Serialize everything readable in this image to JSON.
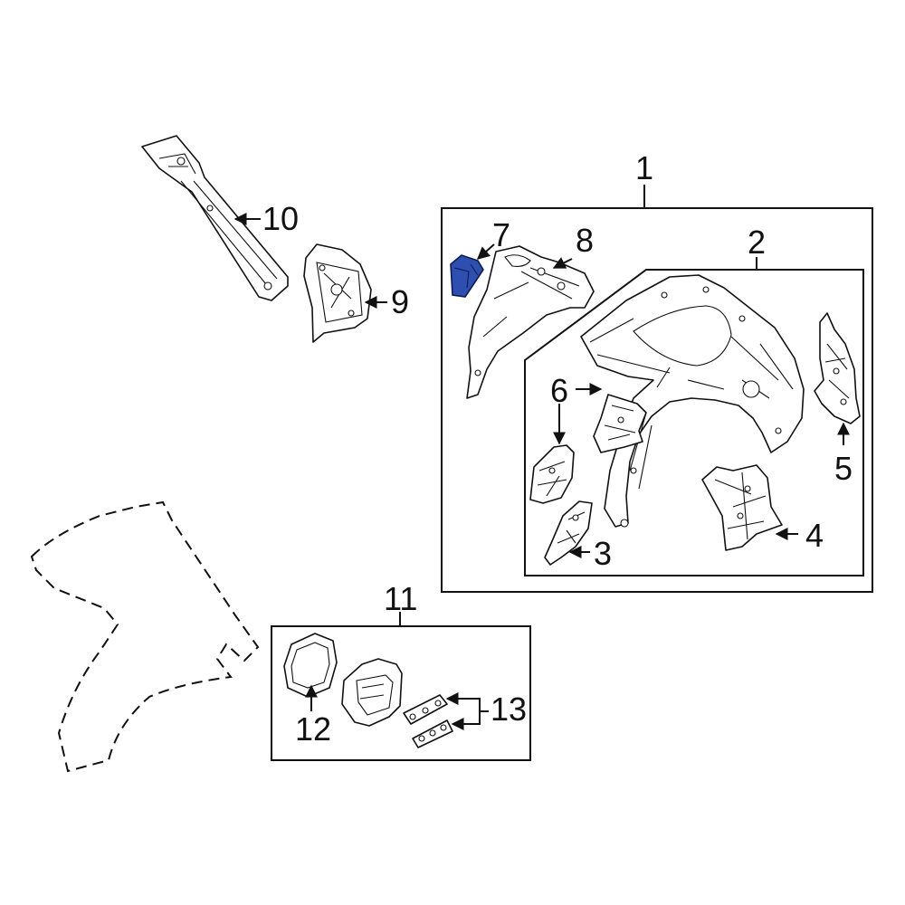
{
  "callouts": {
    "c1": "1",
    "c2": "2",
    "c3": "3",
    "c4": "4",
    "c5": "5",
    "c6": "6",
    "c7": "7",
    "c8": "8",
    "c9": "9",
    "c10": "10",
    "c11": "11",
    "c12": "12",
    "c13": "13"
  },
  "colors": {
    "highlight": "#2e4fb0",
    "line": "#111111",
    "background": "#ffffff"
  },
  "highlighted_part": "7"
}
